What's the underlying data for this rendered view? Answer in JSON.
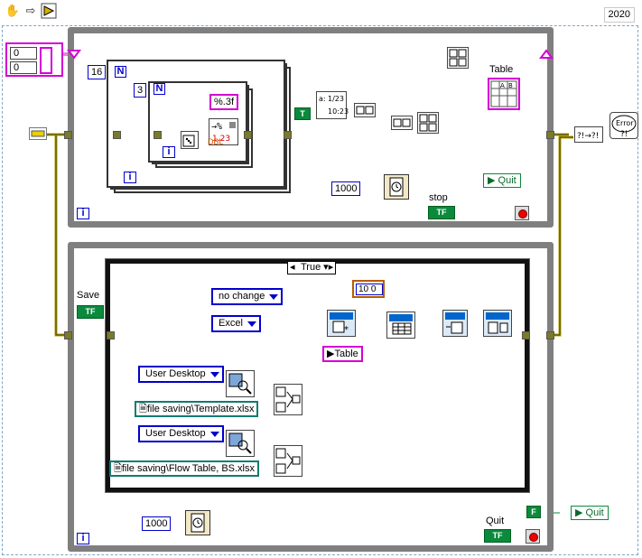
{
  "toolbar": {
    "icons": [
      "hand-icon",
      "arrow-right-icon",
      "run-icon"
    ],
    "version_badge": "2020"
  },
  "controls": {
    "array_values": [
      "0",
      "0"
    ]
  },
  "top_loop": {
    "outer_count": "16",
    "inner_count": "3",
    "format_string": "%.3f",
    "table_label": "Table",
    "wait_ms": "1000",
    "stop_label": "stop",
    "quit_local": "Quit",
    "iteration_label": "i",
    "n_label": "N",
    "bool_true": "T",
    "timestamp_lines": [
      "1/23",
      "10:23"
    ],
    "random_unit": "DBL"
  },
  "bottom_loop": {
    "case_value": "True",
    "save_label": "Save",
    "conflict_option": "no change",
    "file_type": "Excel",
    "location_const": "10 0",
    "table_ref": "Table",
    "folder_1": "User Desktop",
    "path_1": "file saving\\Template.xlsx",
    "folder_2": "User Desktop",
    "path_2": "file saving\\Flow Table, BS.xlsx",
    "wait_ms": "1000",
    "quit_label": "Quit",
    "quit_local": "Quit",
    "bool_false": "F",
    "iteration_label": "i"
  },
  "terminal": {
    "tf": "TF"
  },
  "colors": {
    "loop_border": "#7f7f7f",
    "error_wire": "#b5a000",
    "string_wire": "#d500d5",
    "numeric_wire": "#0000cc",
    "path_wire": "#0f7b70",
    "refnum_wire": "#2aa198",
    "bool_wire": "#0a8a3c"
  }
}
